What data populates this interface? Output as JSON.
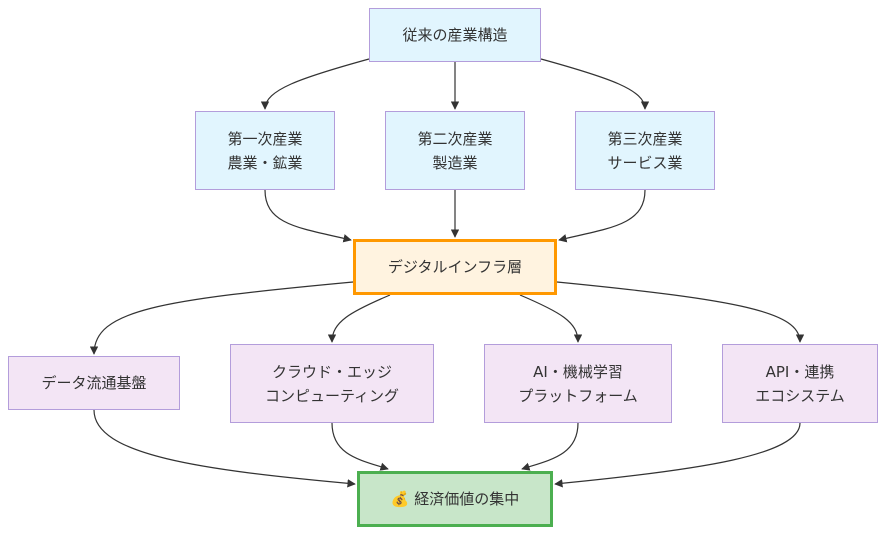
{
  "nodes": {
    "traditional": {
      "lines": [
        "従来の産業構造"
      ]
    },
    "primary": {
      "lines": [
        "第一次産業",
        "農業・鉱業"
      ]
    },
    "secondary": {
      "lines": [
        "第二次産業",
        "製造業"
      ]
    },
    "tertiary": {
      "lines": [
        "第三次産業",
        "サービス業"
      ]
    },
    "infra": {
      "lines": [
        "デジタルインフラ層"
      ]
    },
    "data": {
      "lines": [
        "データ流通基盤"
      ]
    },
    "cloud": {
      "lines": [
        "クラウド・エッジ",
        "コンピューティング"
      ]
    },
    "ai": {
      "lines": [
        "AI・機械学習",
        "プラットフォーム"
      ]
    },
    "api": {
      "lines": [
        "API・連携",
        "エコシステム"
      ]
    },
    "value": {
      "lines": [
        "💰 経済価値の集中"
      ]
    }
  },
  "edges": [
    [
      "traditional",
      "primary"
    ],
    [
      "traditional",
      "secondary"
    ],
    [
      "traditional",
      "tertiary"
    ],
    [
      "primary",
      "infra"
    ],
    [
      "secondary",
      "infra"
    ],
    [
      "tertiary",
      "infra"
    ],
    [
      "infra",
      "data"
    ],
    [
      "infra",
      "cloud"
    ],
    [
      "infra",
      "ai"
    ],
    [
      "infra",
      "api"
    ],
    [
      "data",
      "value"
    ],
    [
      "cloud",
      "value"
    ],
    [
      "ai",
      "value"
    ],
    [
      "api",
      "value"
    ]
  ],
  "colors": {
    "edge": "#333333",
    "industry_fill": "#e1f5fe",
    "tech_fill": "#f3e5f5",
    "infra_border": "#ff9800",
    "value_border": "#4caf50"
  }
}
